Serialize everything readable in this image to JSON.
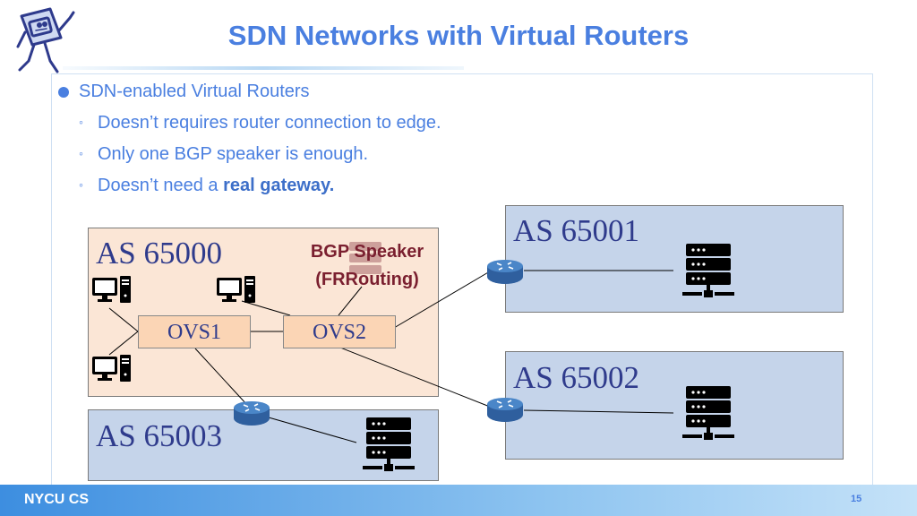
{
  "slide": {
    "title": "SDN Networks with Virtual Routers",
    "page_number": "15",
    "footer_left": "NYCU CS"
  },
  "bullets": {
    "main": "SDN-enabled Virtual Routers",
    "sub1": "Doesn’t requires router connection to edge.",
    "sub2": "Only one BGP speaker is enough.",
    "sub3_prefix": "Doesn’t need a ",
    "sub3_bold": "real gateway."
  },
  "diagram": {
    "as_65000": "AS 65000",
    "as_65001": "AS 65001",
    "as_65002": "AS 65002",
    "as_65003": "AS 65003",
    "ovs1": "OVS1",
    "ovs2": "OVS2",
    "bgp_line1": "BGP Speaker",
    "bgp_line2": "(FRRouting)"
  },
  "colors": {
    "title": "#4a7fe0",
    "as65000_fill": "#fbe6d6",
    "as_other_fill": "#c5d4ea",
    "ovs_fill": "#fbd5b5",
    "bgp_text": "#7a1f2f",
    "router": "#3d73b8"
  },
  "icons": [
    "mascot-logo-icon",
    "computer-icon",
    "router-icon",
    "server-icon",
    "bgp-server-icon"
  ]
}
